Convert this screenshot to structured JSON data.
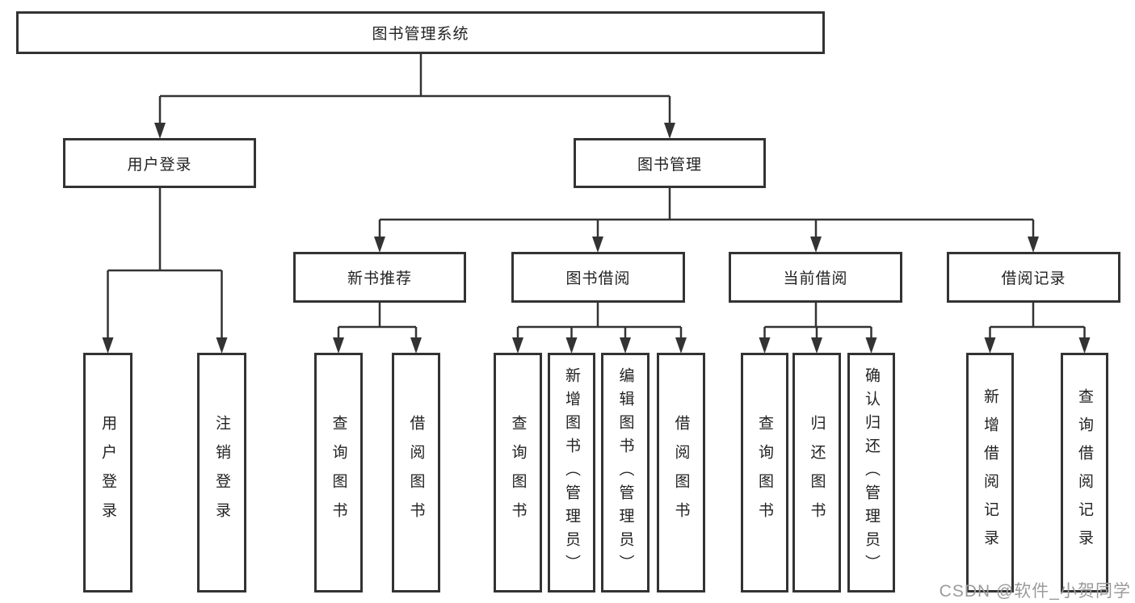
{
  "diagram": {
    "type": "hierarchy-tree",
    "colors": {
      "line": "#333333",
      "box_border": "#333333",
      "text": "#222222",
      "watermark": "#9b9b9b",
      "background": "#ffffff"
    }
  },
  "tree": {
    "root": {
      "label": "图书管理系统",
      "children": [
        {
          "label": "用户登录",
          "children": [
            {
              "label": "用户登录"
            },
            {
              "label": "注销登录"
            }
          ]
        },
        {
          "label": "图书管理",
          "children": [
            {
              "label": "新书推荐",
              "children": [
                {
                  "label": "查询图书"
                },
                {
                  "label": "借阅图书"
                }
              ]
            },
            {
              "label": "图书借阅",
              "children": [
                {
                  "label": "查询图书"
                },
                {
                  "label": "新增图书（管理员）"
                },
                {
                  "label": "编辑图书（管理员）"
                },
                {
                  "label": "借阅图书"
                }
              ]
            },
            {
              "label": "当前借阅",
              "children": [
                {
                  "label": "查询图书"
                },
                {
                  "label": "归还图书"
                },
                {
                  "label": "确认归还（管理员）"
                }
              ]
            },
            {
              "label": "借阅记录",
              "children": [
                {
                  "label": "新增借阅记录"
                },
                {
                  "label": "查询借阅记录"
                }
              ]
            }
          ]
        }
      ]
    }
  },
  "watermark": {
    "text": "CSDN @软件_小贺同学"
  }
}
